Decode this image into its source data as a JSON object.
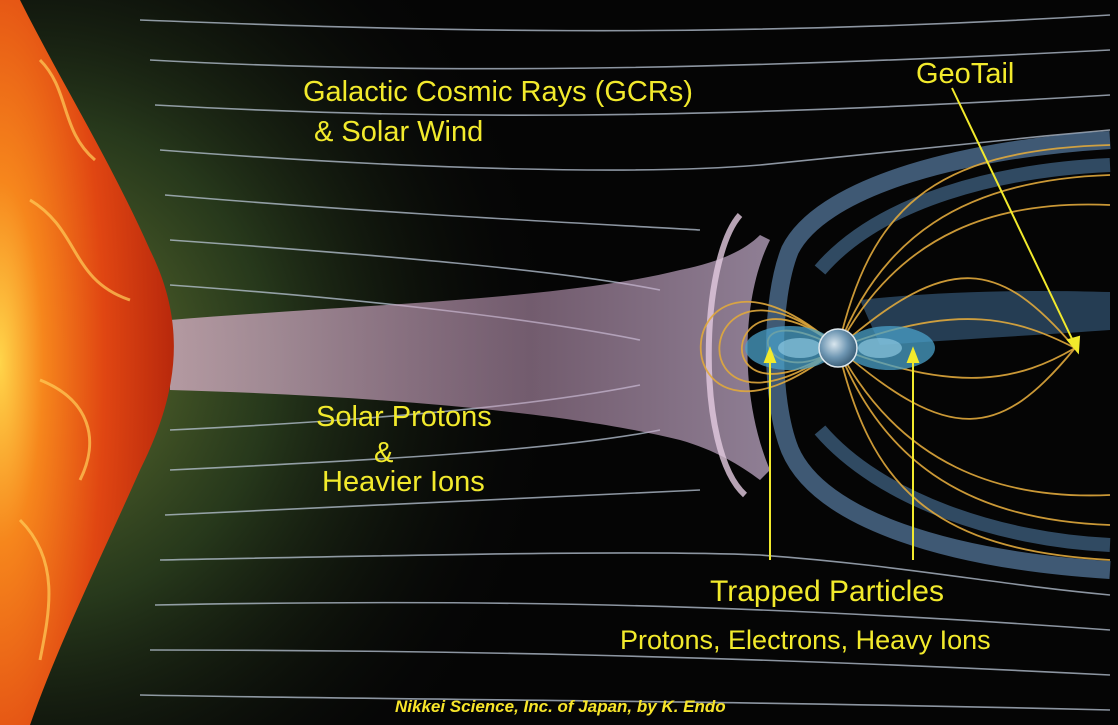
{
  "labels": {
    "gcr_line1": "Galactic Cosmic Rays (GCRs)",
    "gcr_line2": "& Solar Wind",
    "geotail": "GeoTail",
    "solar_protons_line1": "Solar Protons",
    "solar_protons_line2": "&",
    "solar_protons_line3": "Heavier Ions",
    "trapped_particles": "Trapped Particles",
    "trapped_species": "Protons, Electrons, Heavy Ions",
    "credit": "Nikkei Science, Inc. of Japan, by K. Endo"
  },
  "colors": {
    "space": "#050505",
    "label_yellow": "#f2ea2c",
    "field_line_yellow": "#e0a93c",
    "solar_wind_line": "#b9c6d6",
    "magnetosphere_blue": "#5c8fbf",
    "sun_orange": "#f0621c"
  }
}
